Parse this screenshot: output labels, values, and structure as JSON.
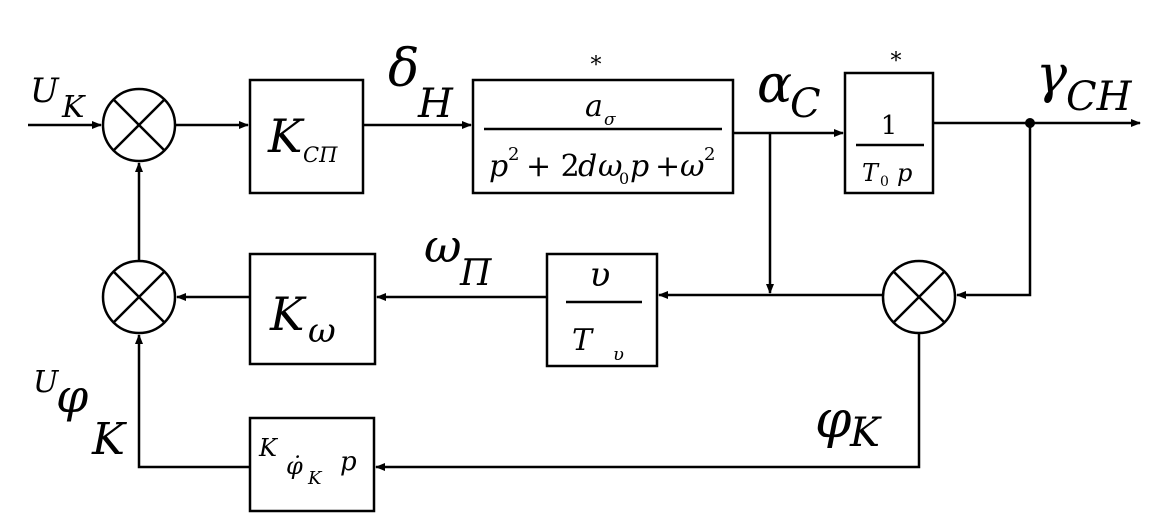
{
  "signals": {
    "u_k": {
      "main": "U",
      "sub": "K"
    },
    "delta_h": {
      "main": "δ",
      "sub": "H"
    },
    "alpha_c": {
      "main": "α",
      "sub": "C"
    },
    "gamma_ch": {
      "main": "γ",
      "sub": "CH"
    },
    "omega_p": {
      "main": "ω",
      "sub": "П"
    },
    "phi_k": {
      "main": "φ",
      "sub": "K"
    },
    "u_phi_k": {
      "main": "U",
      "mid": "φ",
      "sub": "K"
    }
  },
  "blocks": {
    "k_sp": {
      "main": "K",
      "sub": "CП"
    },
    "plant": {
      "star": "*",
      "num_main": "a",
      "num_sub": "σ",
      "den": {
        "p": "p",
        "p_exp": "2",
        "plus1": "+ 2",
        "d": "d",
        "w": "ω",
        "w_sub": "0",
        "p2": "p",
        "plus2": "+",
        "w2": "ω",
        "w2_exp": "2"
      }
    },
    "integrator": {
      "star": "*",
      "num": "1",
      "den_main": "T",
      "den_sub": "0",
      "den_p": "p"
    },
    "k_omega": {
      "main": "K",
      "sub": "ω"
    },
    "v_block": {
      "num": "υ",
      "den_main": "T",
      "den_sub": "υ"
    },
    "k_phidot": {
      "main": "K",
      "sub": "φ̇",
      "subsub": "K",
      "p": "p"
    }
  },
  "summers": [
    "summing-junction-top",
    "summing-junction-bottom-left",
    "summing-junction-right"
  ]
}
